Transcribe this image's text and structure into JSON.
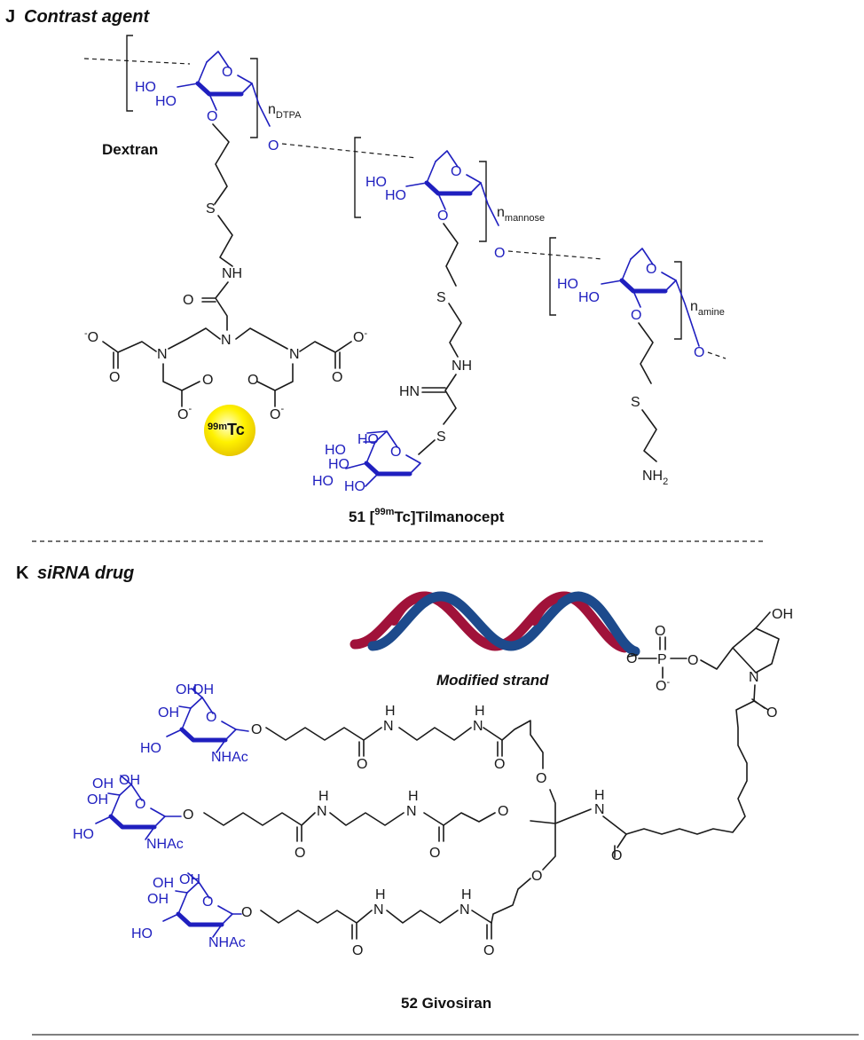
{
  "panel_j": {
    "letter": "J",
    "title": "Contrast agent",
    "dextran_label": "Dextran",
    "n_main": "n",
    "n_dtpa_sub": "DTPA",
    "n_mannose_sub": "mannose",
    "n_amine_sub": "amine",
    "tc_mass": "99m",
    "tc_symbol": "Tc",
    "compound_number": "51",
    "compound_pre": "[",
    "compound_sup": "99m",
    "compound_post": "Tc]Tilmanocept"
  },
  "panel_k": {
    "letter": "K",
    "title": "siRNA drug",
    "strand_label": "Modified strand",
    "compound_number": "52",
    "compound_name": "Givosiran"
  },
  "atoms": {
    "HO": "HO",
    "O": "O",
    "OH": "OH",
    "S": "S",
    "NH": "NH",
    "N": "N",
    "H": "H",
    "NH2_main": "NH",
    "NH2_sub": "2",
    "HN": "HN",
    "NHAc": "NHAc",
    "P": "P",
    "minus": "-"
  },
  "colors": {
    "sugar_blue": "#1f1fbf",
    "bond_black": "#1a1a1a",
    "dna_red": "#a0123a",
    "dna_blue": "#1d4a8c",
    "tc_yellow": "#fff000"
  },
  "icons": [
    "technetium-sphere-icon",
    "double-helix-icon"
  ]
}
